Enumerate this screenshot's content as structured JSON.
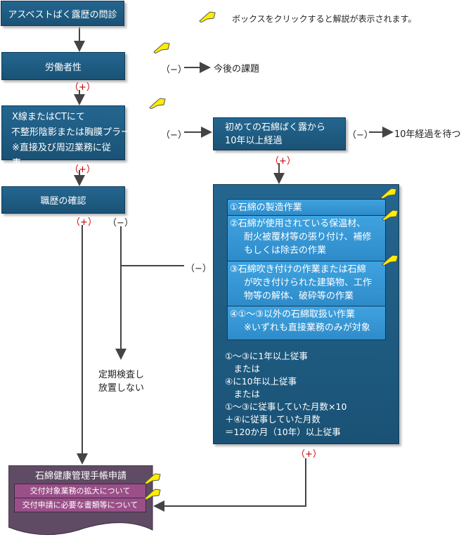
{
  "title_box": "アスベストばく露歴の問診",
  "legend": {
    "icon": "pointing-hand-icon",
    "text": "ボックスをクリックすると解説が表示されます。"
  },
  "worker_box": "労働者性",
  "minus": "（−）",
  "plus": "（+）",
  "future_issue": "今後の課題",
  "xray_box": [
    "X線またはCTにて",
    "不整形陰影または胸膜プラーク",
    "※直接及び周辺業務に従事"
  ],
  "first_exposure_box": [
    "初めての石綿ばく露から",
    "10年以上経過"
  ],
  "wait_text": "10年経過を待つ",
  "career_box": "職歴の確認",
  "periodic_check": [
    "定期検査し",
    "放置しない"
  ],
  "work_items": [
    {
      "lines": [
        "①石綿の製造作業"
      ]
    },
    {
      "lines": [
        "②石綿が使用されている保温材、",
        "耐火被覆材等の張り付け、補修",
        "もしくは除去の作業"
      ]
    },
    {
      "lines": [
        "③石綿吹き付けの作業または石綿",
        "が吹き付けられた建築物、工作",
        "物等の解体、破砕等の作業"
      ]
    },
    {
      "lines": [
        "④①〜③以外の石綿取扱い作業",
        "※いずれも直接業務のみが対象"
      ]
    }
  ],
  "conditions": [
    "①〜③に1年以上従事",
    "　または",
    "④に10年以上従事",
    "　または",
    "①〜③に従事していた月数×10",
    "＋④に従事していた月数",
    "＝120か月（10年）以上従事"
  ],
  "application": {
    "title": "石綿健康管理手帳申請",
    "links": [
      "交付対象業務の拡大について",
      "交付申請に必要な書類等について"
    ]
  },
  "colors": {
    "box": "#1f5b80",
    "inner": "#3a9ad8",
    "doc": "#5f4b63",
    "doc_link": "#9a4f88",
    "plus": "#cc0000",
    "pointer": "#ffee00"
  }
}
